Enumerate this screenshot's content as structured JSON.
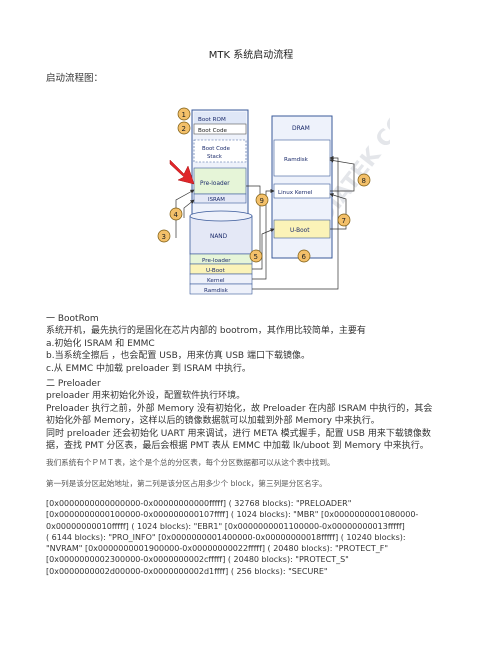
{
  "title": "MTK 系统启动流程",
  "subtitle": "启动流程图：",
  "diagram": {
    "boot_rom": "Boot ROM",
    "boot_code": "Boot Code",
    "boot_code_stack": "Boot Code Stack",
    "pre_loader_isram": "Pre-loader",
    "isram": "ISRAM",
    "nand": "NAND",
    "nand_parts": [
      "Pre-loader",
      "U-Boot",
      "Kernel",
      "Ramdisk"
    ],
    "dram": "DRAM",
    "ramdisk": "Ramdisk",
    "linux_kernel": "Linux Kernel",
    "uboot": "U-Boot",
    "step_numbers": [
      "1",
      "2",
      "3",
      "4",
      "5",
      "6",
      "7",
      "8",
      "9"
    ],
    "watermark": "MEDIATEK CONFIDENTIAL @jrdcom"
  },
  "section1": {
    "heading": "一 BootRom",
    "lines": [
      "系统开机，最先执行的是固化在芯片内部的 bootrom，其作用比较简单，主要有",
      "a.初始化 ISRAM 和 EMMC",
      "b.当系统全擦后 ，也会配置 USB，用来仿真 USB 端口下载镜像。",
      "c.从 EMMC 中加载 preloader 到 ISRAM 中执行。"
    ]
  },
  "section2": {
    "heading": "二 Preloader",
    "lines": [
      "preloader 用来初始化外设，配置软件执行环境。",
      "Preloader 执行之前，外部 Memory 没有初始化，故 Preloader 在内部 ISRAM 中执行的，其会",
      "初始化外部 Memory，这样以后的镜像数据就可以加载到外部 Memory 中来执行。",
      "同时 preloader 还会初始化 UART 用来调试，进行 META 模式握手，配置 USB 用来下载镜像数",
      "据，查找 PMT 分区表，最后会根据 PMT 表从 EMMC 中加载 lk/uboot 到 Memory 中来执行。"
    ],
    "note1": "我们系统有个ＰＭＴ表，这个是个总的分区表，每个分区数据都可以从这个表中找到。",
    "note2": "第一列是该分区起始地址，第二列是该分区占用多少个 block，第三列是分区名字。",
    "table_lines": [
      "[0x0000000000000000-0x00000000000fffff] (    32768 blocks): \"PRELOADER\"",
      "[0x0000000000100000-0x000000000107ffff] (     1024 blocks): \"MBR\" [0x0000000001080000-",
      "0x00000000010fffff] (     1024 blocks): \"EBR1\" [0x0000000001100000-0x00000000013fffff]",
      "(     6144 blocks): \"PRO_INFO\" [0x0000000001400000-0x00000000018fffff] (    10240 blocks):",
      "\"NVRAM\" [0x0000000001900000-0x00000000022fffff] (    20480 blocks): \"PROTECT_F\"",
      "[0x0000000002300000-0x0000000002cfffff] (    20480 blocks): \"PROTECT_S\"",
      "[0x0000000002d00000-0x0000000002d1ffff] (      256 blocks): \"SECURE\""
    ]
  }
}
